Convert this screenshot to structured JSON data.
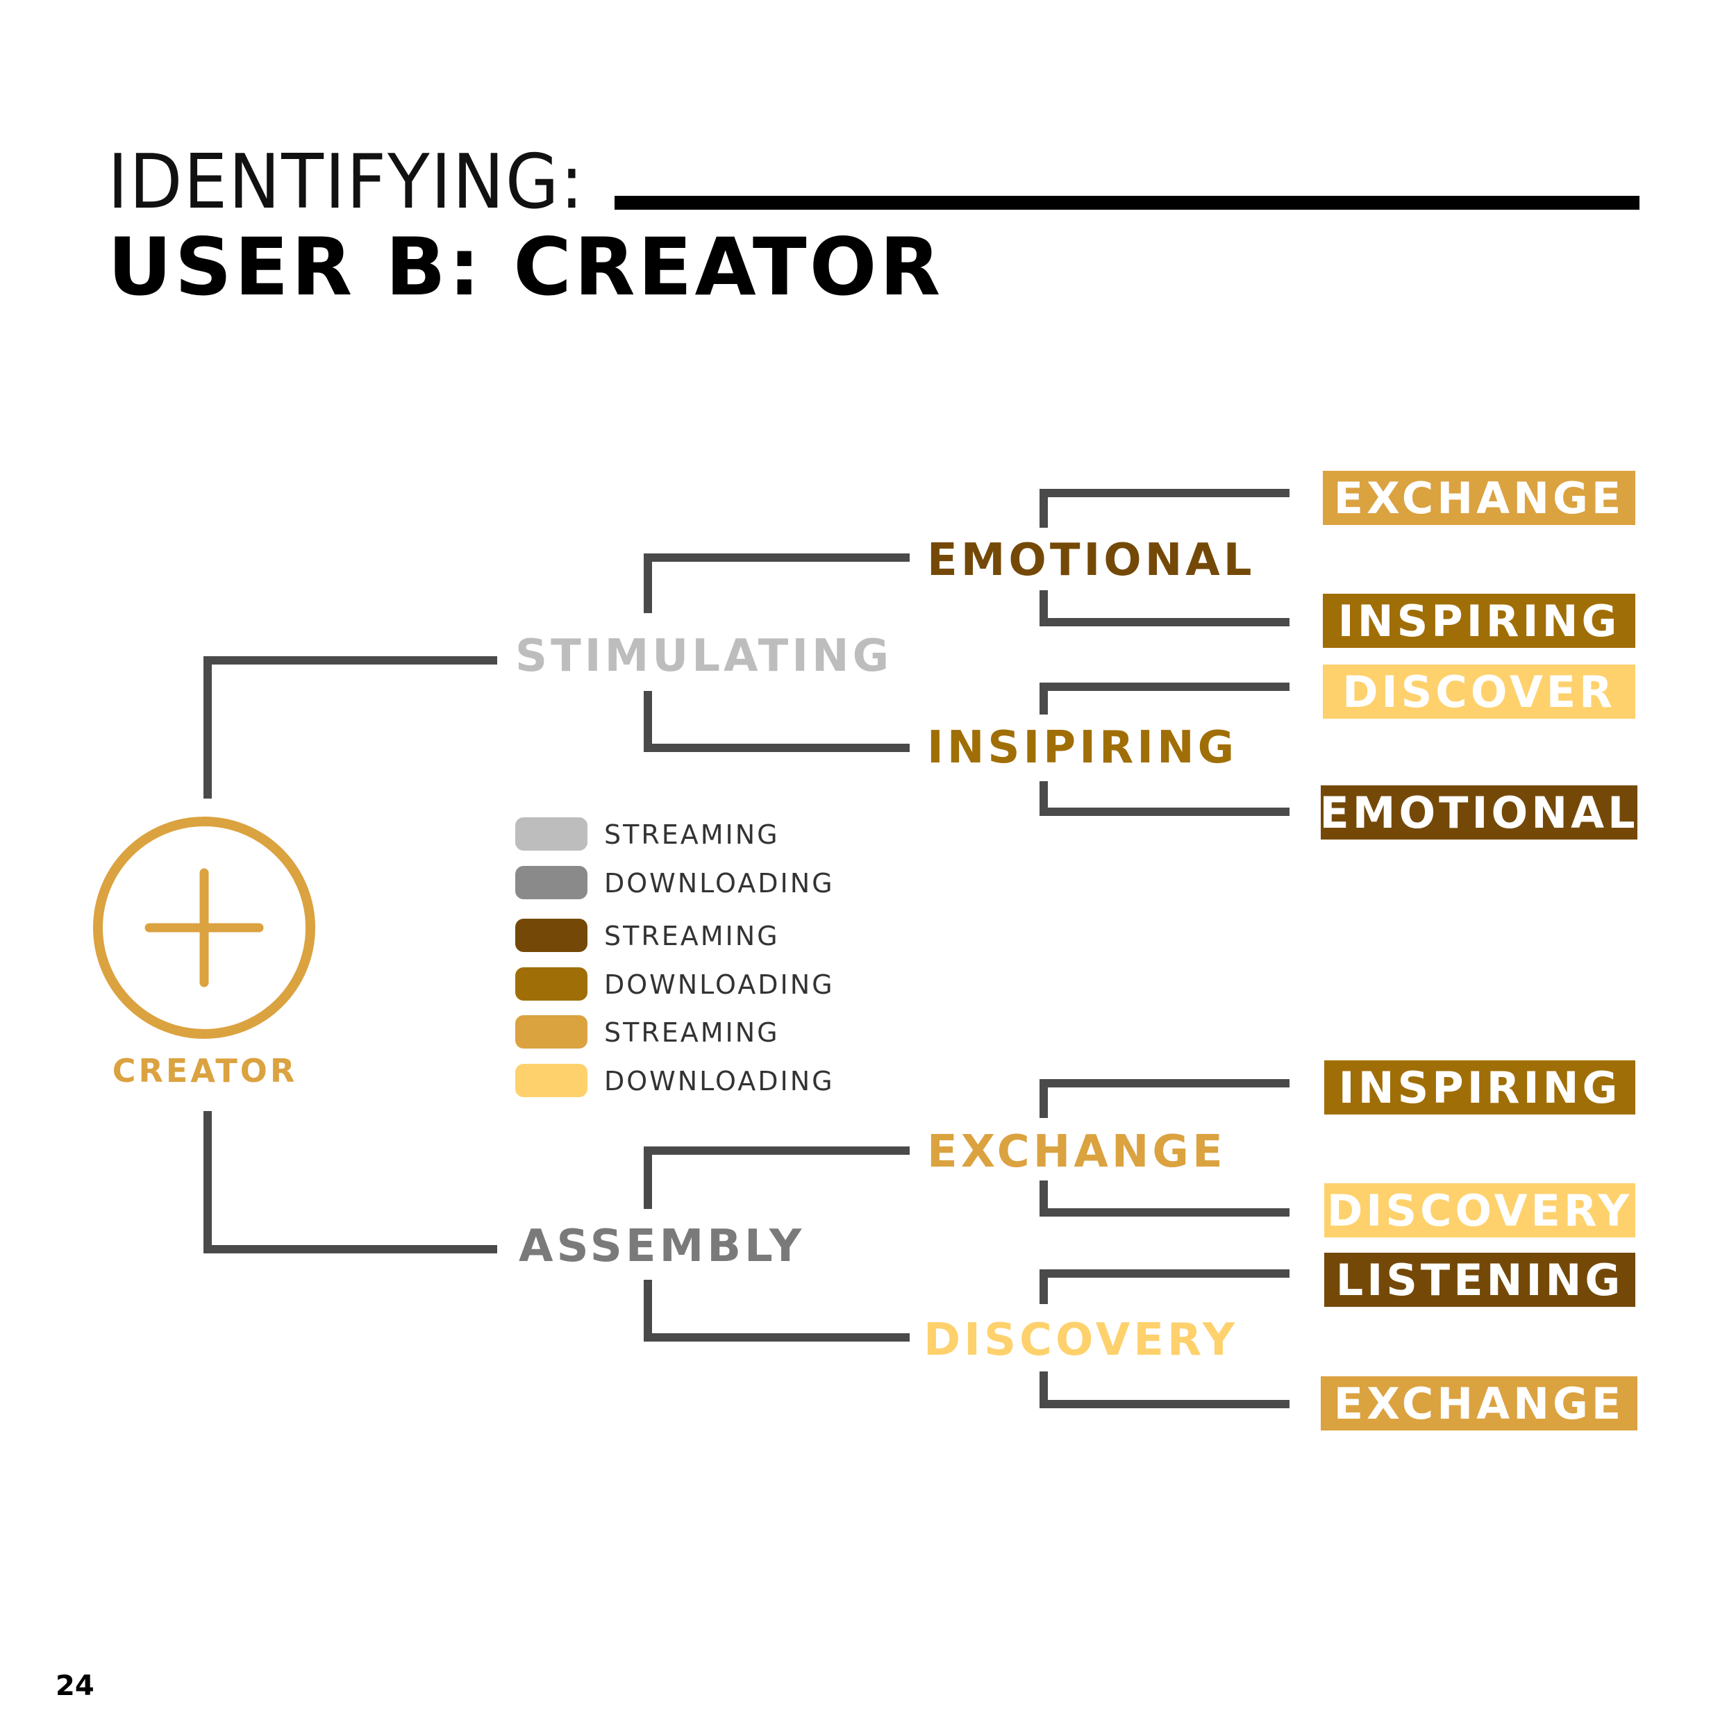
{
  "header": {
    "title_line1": "IDENTIFYING:",
    "title_line2": "USER B: CREATOR"
  },
  "root": {
    "label": "CREATOR",
    "icon": "plus-circle-icon",
    "color": "#DBA240"
  },
  "branches": {
    "stimulating": {
      "label": "STIMULATING",
      "color": "#BDBDBD"
    },
    "assembly": {
      "label": "ASSEMBLY",
      "color": "#7A7A7A"
    }
  },
  "sub_branches": {
    "emotional": {
      "label": "EMOTIONAL",
      "color": "#744908"
    },
    "insipiring": {
      "label": "INSIPIRING",
      "color": "#A06E06"
    },
    "exchange": {
      "label": "EXCHANGE",
      "color": "#DBA240"
    },
    "discovery": {
      "label": "DISCOVERY",
      "color": "#FED16D"
    }
  },
  "leaves": [
    {
      "label": "EXCHANGE",
      "color": "#DBA240"
    },
    {
      "label": "INSPIRING",
      "color": "#A06E06"
    },
    {
      "label": "DISCOVER",
      "color": "#FED16D"
    },
    {
      "label": "EMOTIONAL",
      "color": "#744908"
    },
    {
      "label": "INSPIRING",
      "color": "#A06E06"
    },
    {
      "label": "DISCOVERY",
      "color": "#FED16D"
    },
    {
      "label": "LISTENING",
      "color": "#744908"
    },
    {
      "label": "EXCHANGE",
      "color": "#DBA240"
    }
  ],
  "legend": [
    {
      "label": "STREAMING",
      "color": "#BDBDBD"
    },
    {
      "label": "DOWNLOADING",
      "color": "#8A8A8A"
    },
    {
      "label": "STREAMING",
      "color": "#744908"
    },
    {
      "label": "DOWNLOADING",
      "color": "#A06E06"
    },
    {
      "label": "STREAMING",
      "color": "#DBA240"
    },
    {
      "label": "DOWNLOADING",
      "color": "#FED16D"
    }
  ],
  "page_number": "24"
}
